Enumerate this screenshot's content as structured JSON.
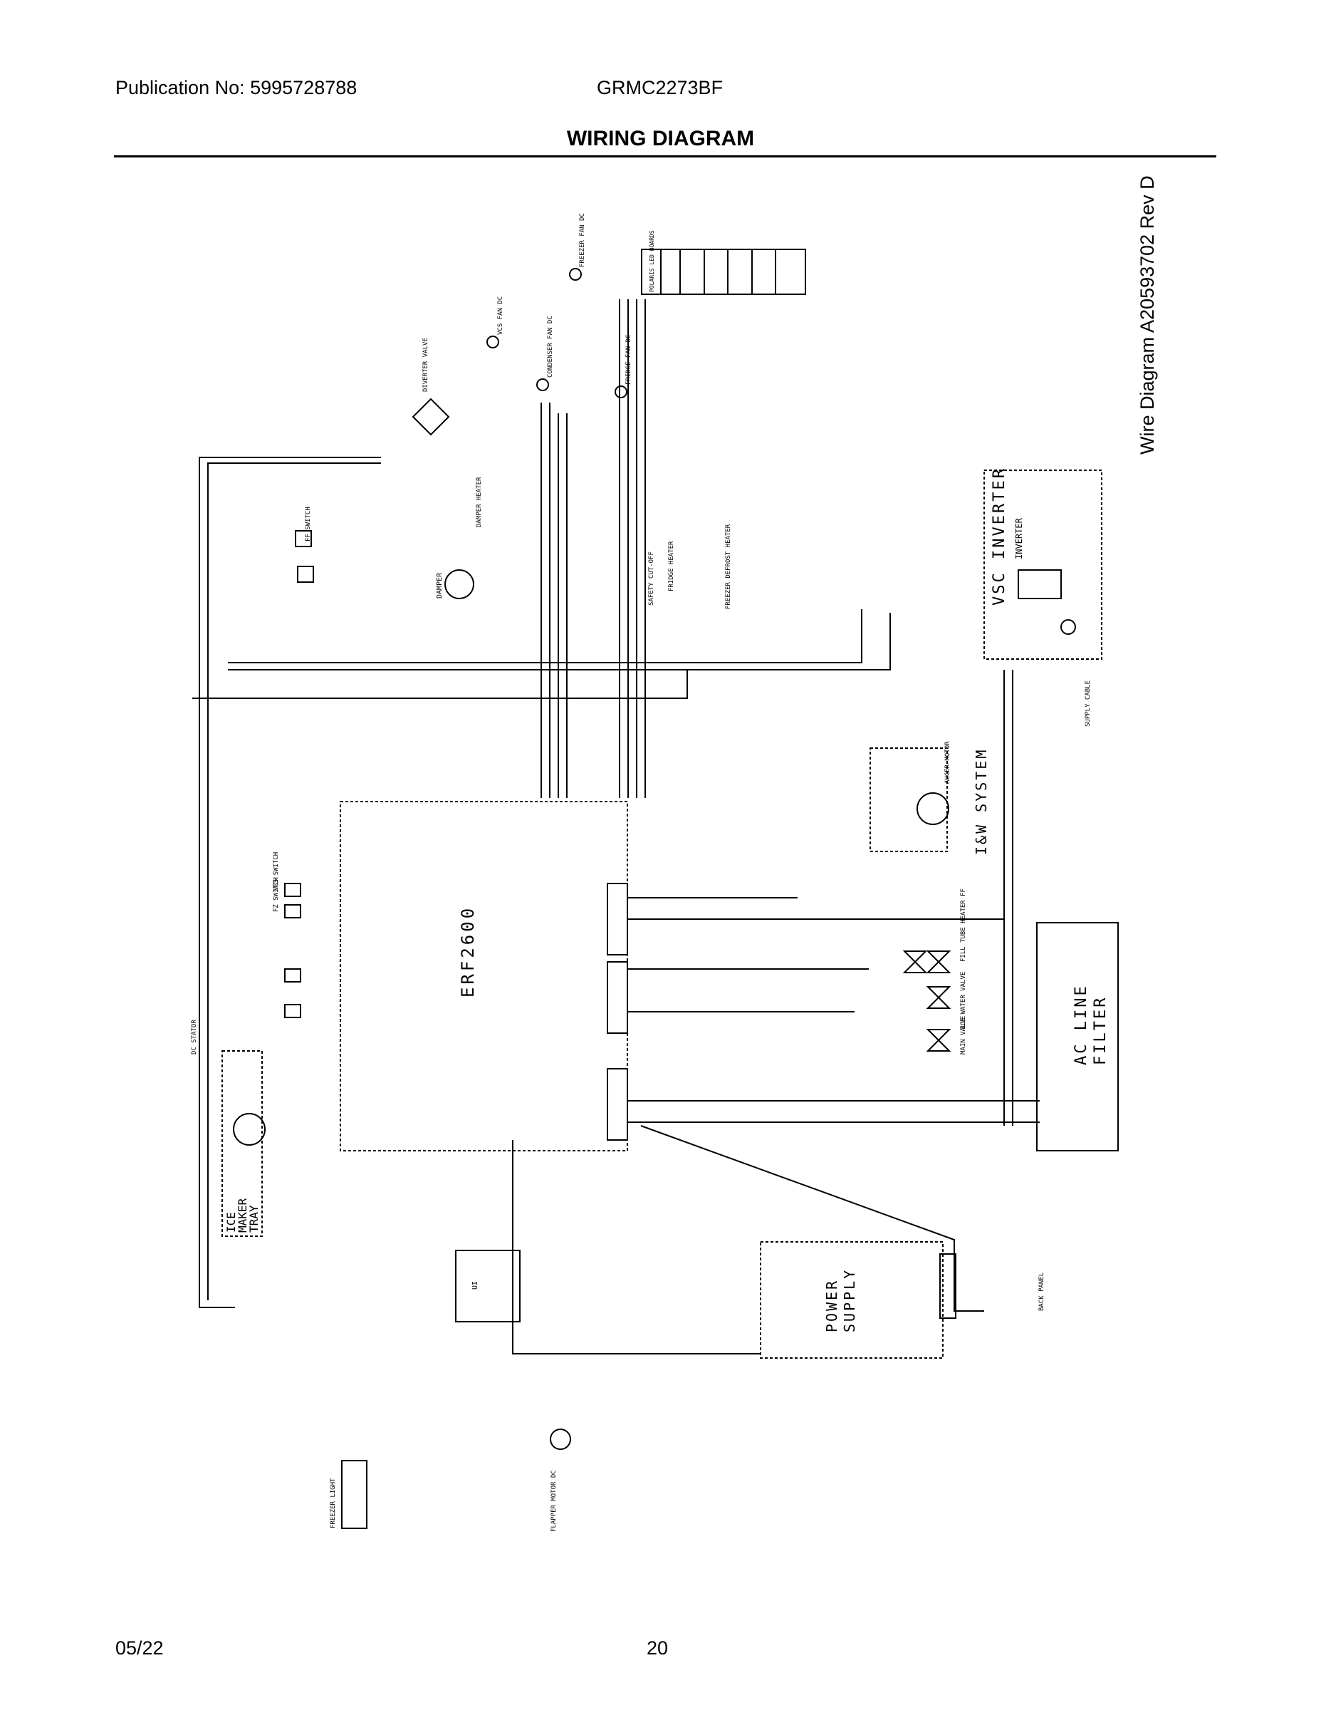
{
  "header": {
    "publication": "Publication No: 5995728788",
    "model": "GRMC2273BF",
    "title": "WIRING DIAGRAM"
  },
  "side_note": "Wire Diagram A20593702 Rev D",
  "footer": {
    "date": "05/22",
    "page": "20"
  },
  "diagram": {
    "main_board": "ERF2600",
    "vsc_inverter": "VSC INVERTER",
    "inverter": "INVERTER",
    "ac_line_filter_1": "AC LINE",
    "ac_line_filter_2": "FILTER",
    "power_supply_1": "POWER",
    "power_supply_2": "SUPPLY",
    "iw_system": "I&W SYSTEM",
    "ice_maker_tray_1": "ICE",
    "ice_maker_tray_2": "MAKER",
    "ice_maker_tray_3": "TRAY",
    "damper": "DAMPER",
    "damper_heater": "DAMPER HEATER",
    "diverter_valve": "DIVERTER VALVE",
    "vcs_fan": "VCS FAN DC",
    "freezer_fan": "FREEZER FAN DC",
    "condenser_fan": "CONDENSER FAN DC",
    "fridge_fan": "FRIDGE FAN DC",
    "fridge_heater": "FRIDGE HEATER",
    "freezer_heater": "FREEZER DEFROST HEATER",
    "safety_cutoff": "SAFETY CUT-OFF",
    "ice_water_valve": "ICE WATER VALVE",
    "main_valve": "MAIN VALVE",
    "fill_tube_heater": "FILL TUBE HEATER FF",
    "supply_cable": "SUPPLY CABLE",
    "back_panel": "BACK PANEL",
    "freezer_light": "FREEZER LIGHT",
    "auger_motor": "AUGER MOTOR",
    "flapper_motor": "FLAPPER MOTOR DC",
    "led_boards": "POLARIS LED BOARDS",
    "ff_switch": "FF SWITCH",
    "vcs_switch": "VCS SWITCH",
    "fz_switch": "FZ SWITCH",
    "dc_stator": "DC STATOR",
    "ui_board": "UI"
  }
}
